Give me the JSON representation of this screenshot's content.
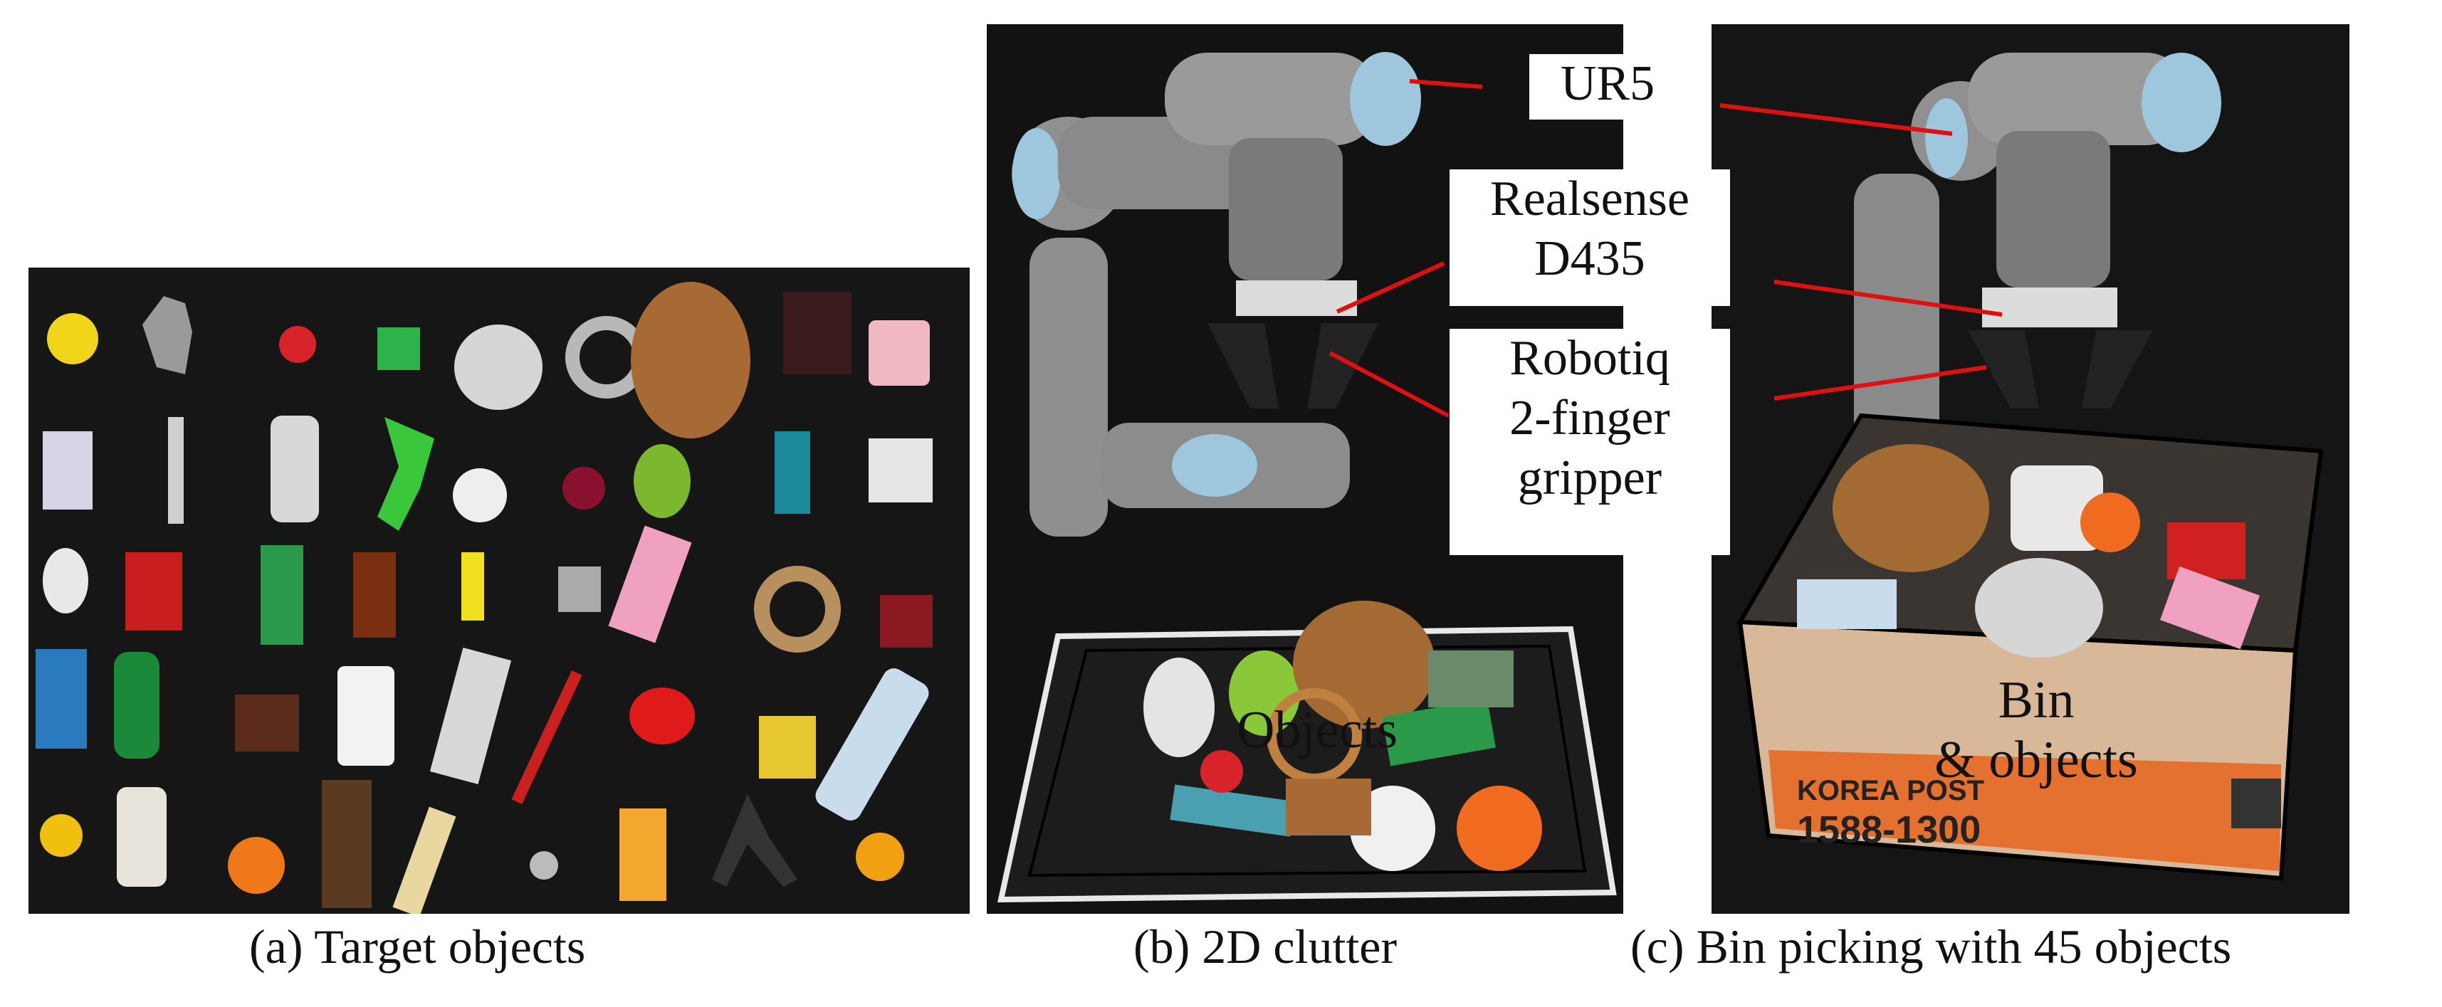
{
  "captions": {
    "a": "(a) Target objects",
    "b": "(b) 2D clutter",
    "c": "(c) Bin picking with 45 objects"
  },
  "labels": {
    "ur5": "UR5",
    "realsense_line1": "Realsense",
    "realsense_line2": "D435",
    "robotiq_line1": "Robotiq",
    "robotiq_line2": "2-finger",
    "robotiq_line3": "gripper"
  },
  "overlays": {
    "objects": "Objects",
    "bin_line1": "Bin",
    "bin_line2": "& objects",
    "box_brand": "KOREA POST",
    "box_number": "1588-1300"
  },
  "colors": {
    "callout_line": "#e01010",
    "robot_blue": "#9ec6dc",
    "robot_grey": "#8c8c8c",
    "box_orange": "#e8641e"
  }
}
